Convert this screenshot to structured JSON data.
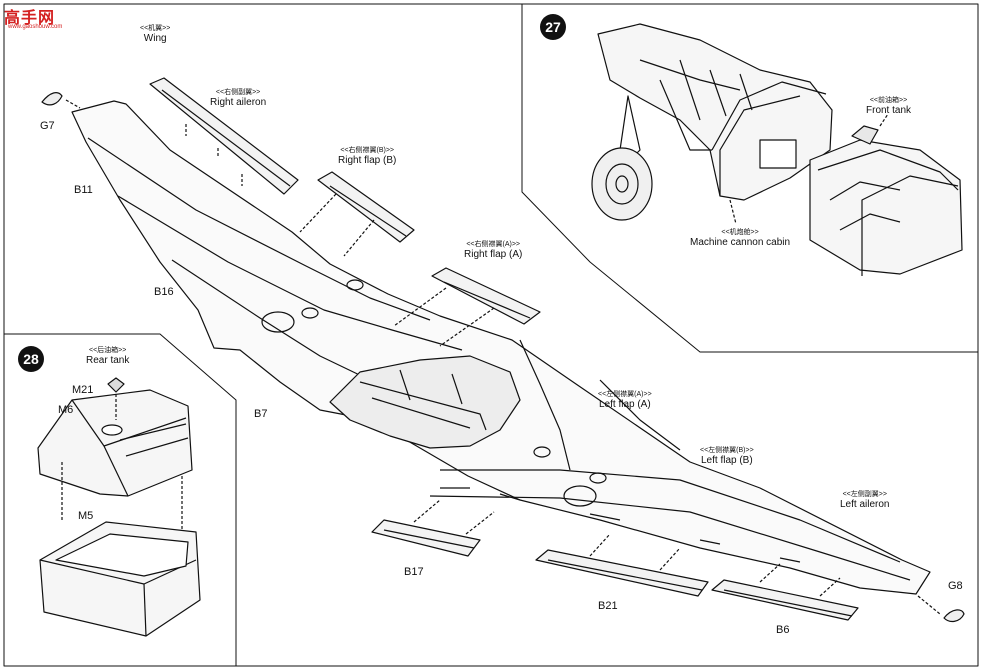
{
  "logo": {
    "text": "高手网",
    "sub": "www.gaoshouw.com"
  },
  "steps": {
    "step27": "27",
    "step28": "28"
  },
  "labels": {
    "wing": {
      "cn": "<<机翼>>",
      "en": "Wing"
    },
    "right_aileron": {
      "cn": "<<右侧副翼>>",
      "en": "Right aileron"
    },
    "right_flap_b": {
      "cn": "<<右侧襟翼(B)>>",
      "en": "Right flap (B)"
    },
    "right_flap_a": {
      "cn": "<<右侧襟翼(A)>>",
      "en": "Right flap (A)"
    },
    "left_flap_a": {
      "cn": "<<左侧襟翼(A)>>",
      "en": "Left flap (A)"
    },
    "left_flap_b": {
      "cn": "<<左侧襟翼(B)>>",
      "en": "Left flap (B)"
    },
    "left_aileron": {
      "cn": "<<左侧副翼>>",
      "en": "Left aileron"
    },
    "front_tank": {
      "cn": "<<前油箱>>",
      "en": "Front tank"
    },
    "machine_cannon_cabin": {
      "cn": "<<机炮舱>>",
      "en": "Machine cannon  cabin"
    },
    "rear_tank": {
      "cn": "<<后油箱>>",
      "en": "Rear tank"
    }
  },
  "parts": {
    "g7": "G7",
    "b11": "B11",
    "b16": "B16",
    "b7": "B7",
    "b17": "B17",
    "b21": "B21",
    "b6": "B6",
    "g8": "G8",
    "m21": "M21",
    "m6": "M6",
    "m5": "M5"
  }
}
